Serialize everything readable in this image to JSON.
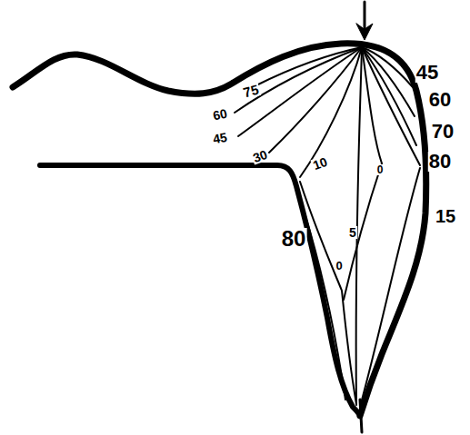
{
  "diagram": {
    "labels": [
      "45",
      "75",
      "60",
      "60",
      "70",
      "45",
      "80",
      "30",
      "10",
      "0",
      "5",
      "80",
      "15",
      "0"
    ]
  }
}
